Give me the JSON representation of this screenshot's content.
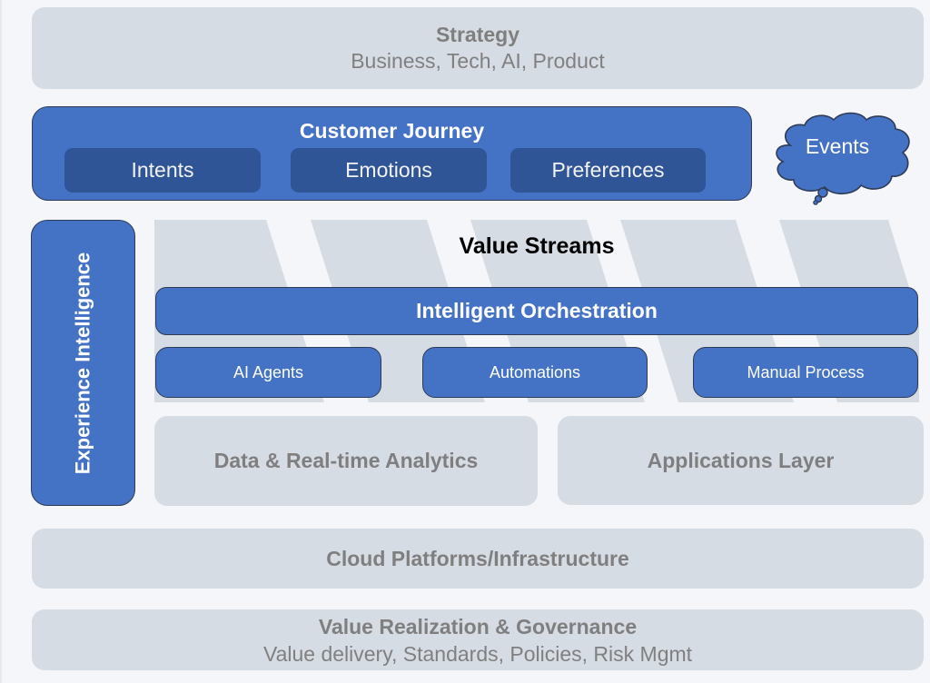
{
  "strategy": {
    "title": "Strategy",
    "subtitle": "Business, Tech, AI, Product"
  },
  "customer_journey": {
    "title": "Customer Journey",
    "items": [
      "Intents",
      "Emotions",
      "Preferences"
    ]
  },
  "events": {
    "label": "Events",
    "shape": "thought-cloud"
  },
  "experience_intelligence": {
    "label": "Experience Intelligence"
  },
  "value_streams": {
    "title": "Value Streams",
    "orchestration": "Intelligent Orchestration",
    "components": [
      "AI Agents",
      "Automations",
      "Manual Process"
    ]
  },
  "layers": {
    "data": "Data & Real-time Analytics",
    "applications": "Applications Layer",
    "cloud": "Cloud Platforms/Infrastructure"
  },
  "governance": {
    "title": "Value Realization & Governance",
    "subtitle": "Value delivery, Standards, Policies, Risk Mgmt"
  },
  "colors": {
    "background": "#f4f6fa",
    "gray_box": "#d6dce4",
    "gray_text": "#7f7f7f",
    "blue": "#4472c4",
    "dark_blue": "#2f5597",
    "outline": "#2f3b55"
  }
}
